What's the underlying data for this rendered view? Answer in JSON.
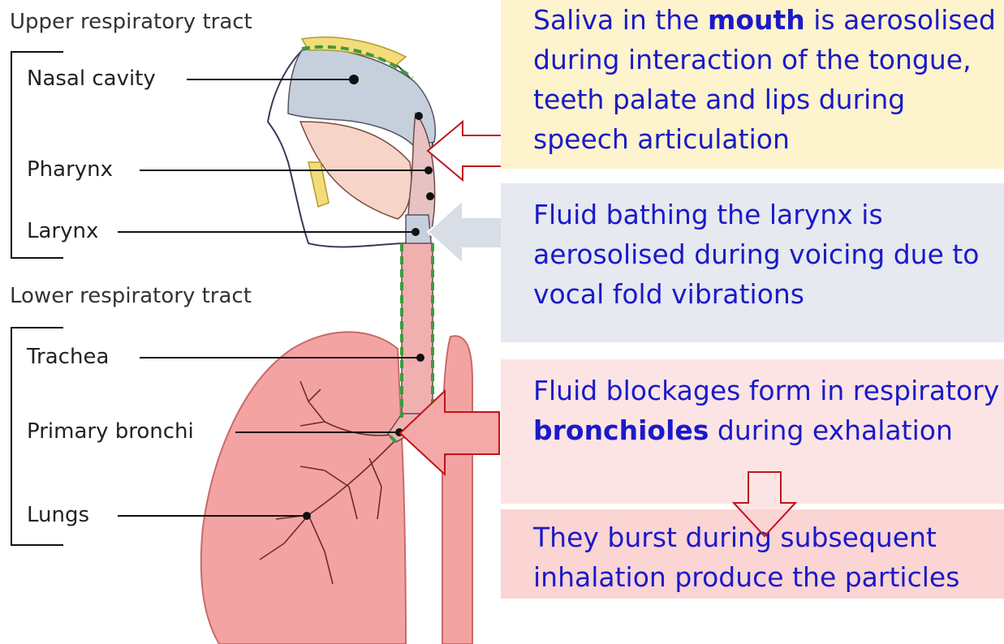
{
  "groups": {
    "upper": "Upper respiratory tract",
    "lower": "Lower respiratory tract"
  },
  "labels": {
    "nasal": "Nasal cavity",
    "pharynx": "Pharynx",
    "larynx": "Larynx",
    "trachea": "Trachea",
    "bronchi": "Primary bronchi",
    "lungs": "Lungs"
  },
  "boxes": {
    "mouth": {
      "pre": "Saliva in the ",
      "bold": "mouth",
      "post": " is aerosolised during interaction of the tongue, teeth palate and lips during speech articulation",
      "bg": "#fdf3cc"
    },
    "larynx": {
      "text": "Fluid bathing the larynx is aerosolised during voicing due to vocal fold vibrations",
      "bg": "#e6e9ef"
    },
    "bronchioles": {
      "pre": "Fluid blockages form in respiratory ",
      "bold": "bronchioles",
      "post": " during exhalation",
      "bg": "#fde4e4"
    },
    "burst": {
      "text": "They burst during subsequent inhalation produce the particles",
      "bg": "#fbd4d4"
    }
  },
  "colors": {
    "text_blue": "#1a1ac8",
    "arrow_red": "#c0141a",
    "arrow_fill_light": "#ffffff",
    "arrow_fill_grey": "#d8dde6",
    "arrow_fill_pink": "#f4a9a9",
    "lung_pink": "#f08f8f",
    "airway_grey": "#c6cfdc",
    "bone_yellow": "#f2dd7a",
    "mucus_green": "#3c9c3c"
  }
}
